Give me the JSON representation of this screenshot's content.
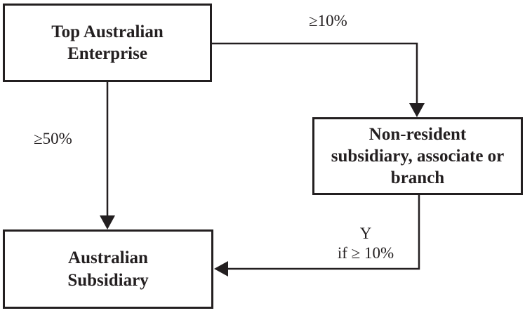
{
  "diagram": {
    "title": "Ownership structure flow diagram",
    "colors": {
      "line": "#231f20",
      "box_border": "#231f20",
      "text": "#231f20",
      "background": "#ffffff"
    },
    "nodes": [
      {
        "id": "top-australian-enterprise",
        "label": "Top Australian Enterprise",
        "lines": [
          "Top Australian",
          "Enterprise"
        ]
      },
      {
        "id": "non-resident",
        "label": "Non-resident subsidiary, associate or branch",
        "lines": [
          "Non-resident",
          "subsidiary, associate or",
          "branch"
        ]
      },
      {
        "id": "australian-subsidiary",
        "label": "Australian Subsidiary",
        "lines": [
          "Australian",
          "Subsidiary"
        ]
      }
    ],
    "edges": [
      {
        "from": "top-australian-enterprise",
        "to": "non-resident",
        "label": "≥10%"
      },
      {
        "from": "top-australian-enterprise",
        "to": "australian-subsidiary",
        "label": "≥50%"
      },
      {
        "from": "non-resident",
        "to": "australian-subsidiary",
        "label": "Y if ≥ 10%",
        "label_lines": [
          "Y",
          "if ≥ 10%"
        ]
      }
    ]
  }
}
